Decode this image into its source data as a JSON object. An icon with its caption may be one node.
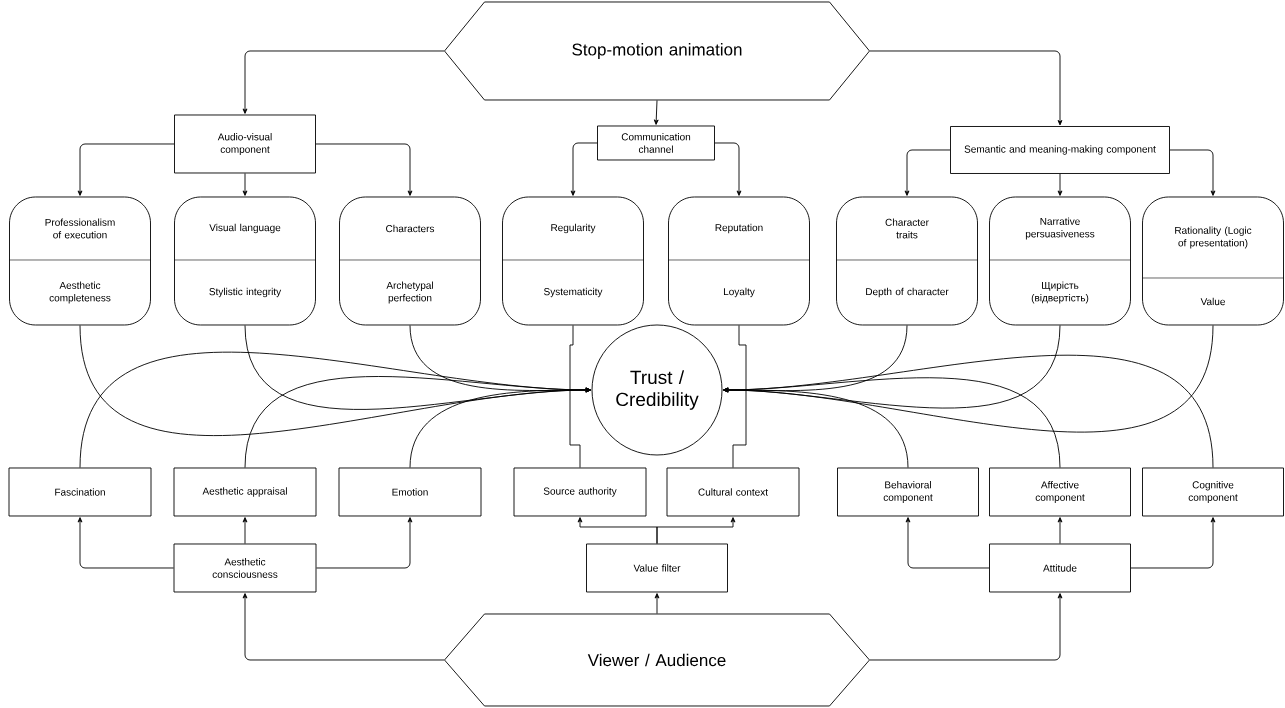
{
  "diagram": {
    "nodes": [
      {
        "text": [
          "Stop-motion animation"
        ]
      },
      {
        "text": [
          "Audio-visual component"
        ]
      },
      {
        "text": [
          "Communication channel"
        ]
      },
      {
        "text": [
          "Semantic and meaning-making component"
        ]
      },
      {
        "text": [
          "Professionalism of execution",
          "Aesthetic completeness"
        ]
      },
      {
        "text": [
          "Visual language",
          "Stylistic integrity"
        ]
      },
      {
        "text": [
          "Characters",
          "Archetypal perfection"
        ]
      },
      {
        "text": [
          "Regularity",
          "Systematicity"
        ]
      },
      {
        "text": [
          "Reputation",
          "Loyalty"
        ]
      },
      {
        "text": [
          "Character traits",
          "Depth of character"
        ]
      },
      {
        "text": [
          "Narrative persuasiveness",
          "Щирість (відвертість)"
        ]
      },
      {
        "text": [
          "Rationality (Logic of presentation)",
          "Value"
        ]
      },
      {
        "text": [
          "Trust / Credibility"
        ]
      },
      {
        "text": [
          "Fascination"
        ]
      },
      {
        "text": [
          "Aesthetic appraisal"
        ]
      },
      {
        "text": [
          "Emotion"
        ]
      },
      {
        "text": [
          "Source authority"
        ]
      },
      {
        "text": [
          "Cultural context"
        ]
      },
      {
        "text": [
          "Behavioral component"
        ]
      },
      {
        "text": [
          "Affective component"
        ]
      },
      {
        "text": [
          "Cognitive component"
        ]
      },
      {
        "text": [
          "Aesthetic consciousness"
        ]
      },
      {
        "text": [
          "Value filter"
        ]
      },
      {
        "text": [
          "Attitude"
        ]
      },
      {
        "text": [
          "Viewer / Audience"
        ]
      }
    ],
    "edges": [
      {
        "from": 0,
        "to": 1,
        "arrow": "to"
      },
      {
        "from": 0,
        "to": 2,
        "arrow": "to"
      },
      {
        "from": 0,
        "to": 3,
        "arrow": "to"
      },
      {
        "from": 1,
        "to": 4,
        "arrow": "to"
      },
      {
        "from": 1,
        "to": 5,
        "arrow": "to"
      },
      {
        "from": 1,
        "to": 6,
        "arrow": "to"
      },
      {
        "from": 2,
        "to": 7,
        "arrow": "to"
      },
      {
        "from": 2,
        "to": 8,
        "arrow": "to"
      },
      {
        "from": 3,
        "to": 9,
        "arrow": "to"
      },
      {
        "from": 3,
        "to": 10,
        "arrow": "to"
      },
      {
        "from": 3,
        "to": 11,
        "arrow": "to"
      },
      {
        "from": 4,
        "to": 12,
        "arrow": "to"
      },
      {
        "from": 5,
        "to": 12,
        "arrow": "to"
      },
      {
        "from": 6,
        "to": 12,
        "arrow": "to"
      },
      {
        "from": 9,
        "to": 12,
        "arrow": "to"
      },
      {
        "from": 10,
        "to": 12,
        "arrow": "to"
      },
      {
        "from": 11,
        "to": 12,
        "arrow": "to"
      },
      {
        "from": 7,
        "to": 16,
        "arrow": "none"
      },
      {
        "from": 8,
        "to": 17,
        "arrow": "none"
      },
      {
        "from": 13,
        "to": 12,
        "arrow": "to"
      },
      {
        "from": 14,
        "to": 12,
        "arrow": "to"
      },
      {
        "from": 15,
        "to": 12,
        "arrow": "to"
      },
      {
        "from": 18,
        "to": 12,
        "arrow": "to"
      },
      {
        "from": 19,
        "to": 12,
        "arrow": "to"
      },
      {
        "from": 20,
        "to": 12,
        "arrow": "to"
      },
      {
        "from": 21,
        "to": 13,
        "arrow": "to"
      },
      {
        "from": 21,
        "to": 14,
        "arrow": "to"
      },
      {
        "from": 21,
        "to": 15,
        "arrow": "to"
      },
      {
        "from": 22,
        "to": 16,
        "arrow": "to"
      },
      {
        "from": 22,
        "to": 17,
        "arrow": "to"
      },
      {
        "from": 23,
        "to": 18,
        "arrow": "to"
      },
      {
        "from": 23,
        "to": 19,
        "arrow": "to"
      },
      {
        "from": 23,
        "to": 20,
        "arrow": "to"
      },
      {
        "from": 24,
        "to": 21,
        "arrow": "to"
      },
      {
        "from": 24,
        "to": 22,
        "arrow": "to"
      },
      {
        "from": 24,
        "to": 23,
        "arrow": "to"
      }
    ]
  }
}
